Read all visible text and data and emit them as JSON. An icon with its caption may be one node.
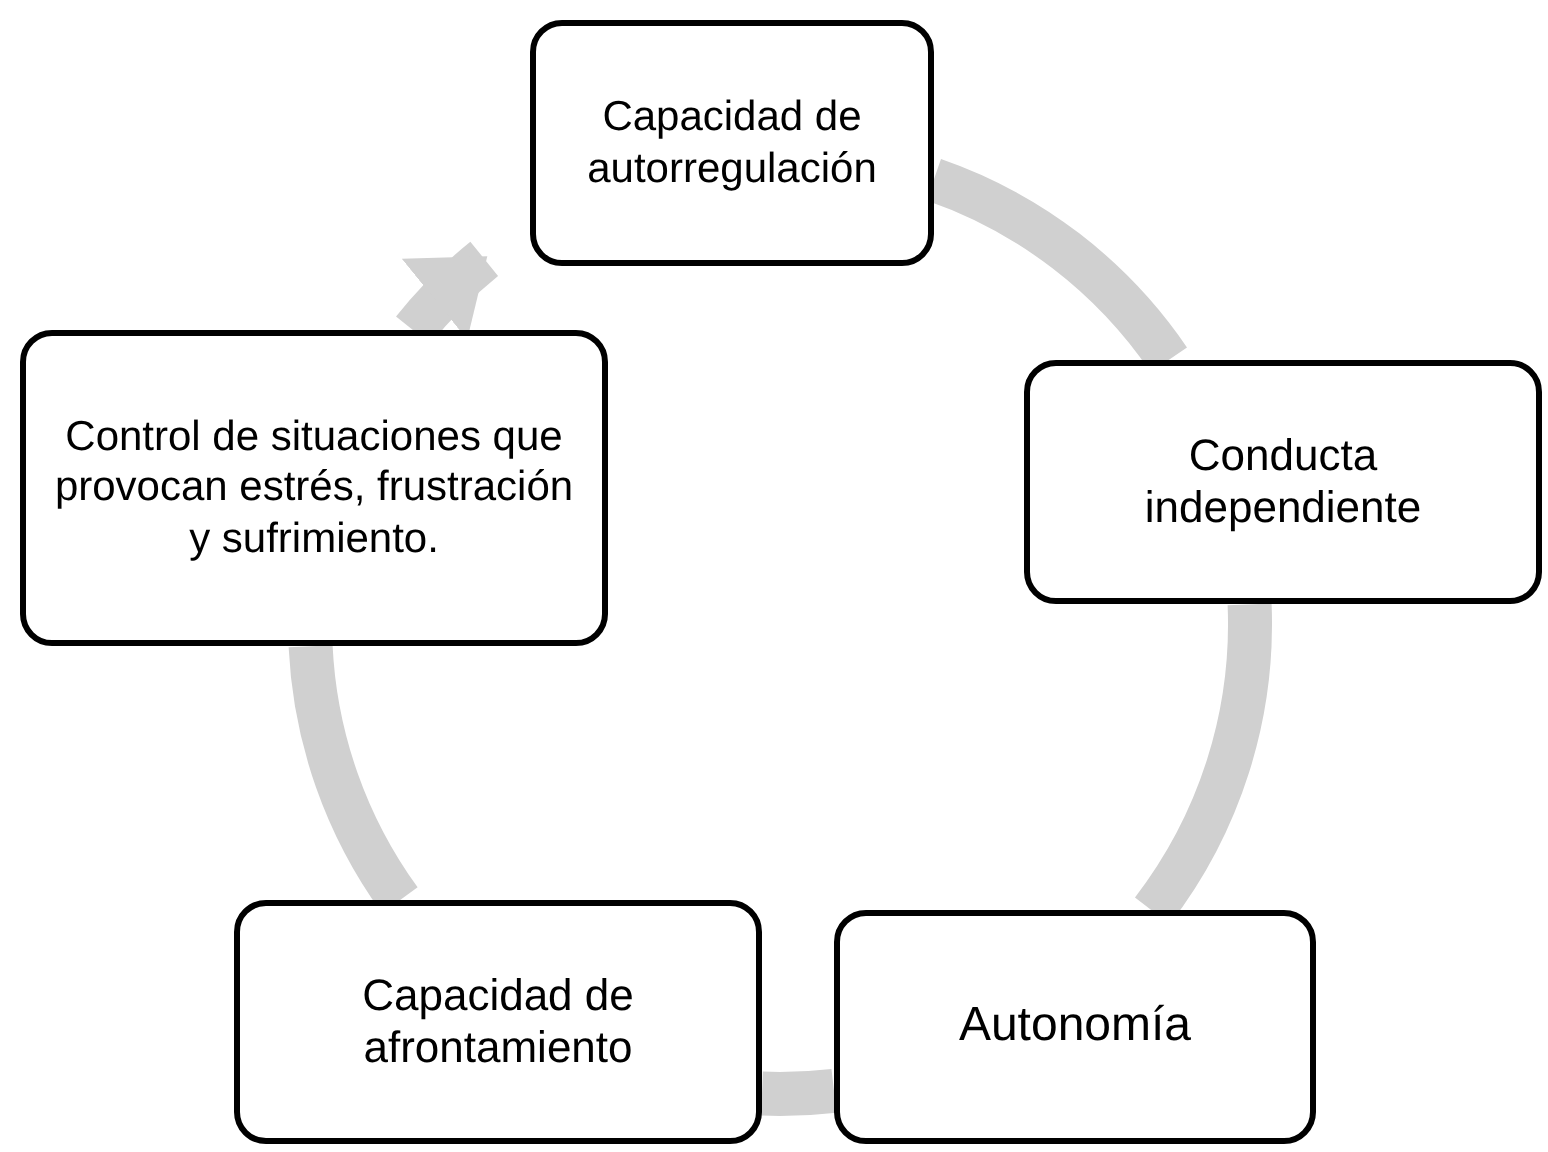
{
  "diagram": {
    "nodes": [
      {
        "text": [
          "Capacidad de autorregulación"
        ]
      },
      {
        "text": [
          "Conducta independiente"
        ]
      },
      {
        "text": [
          "Autonomía"
        ]
      },
      {
        "text": [
          "Capacidad de afrontamiento"
        ]
      },
      {
        "text": [
          "Control de situaciones que provocan estrés, frustración y sufrimiento."
        ]
      }
    ],
    "edges": [
      {
        "from": 0,
        "to": 1,
        "arrow": "none"
      },
      {
        "from": 1,
        "to": 2,
        "arrow": "none"
      },
      {
        "from": 2,
        "to": 3,
        "arrow": "none"
      },
      {
        "from": 3,
        "to": 4,
        "arrow": "none"
      },
      {
        "from": 4,
        "to": 0,
        "arrow": "to"
      }
    ]
  }
}
